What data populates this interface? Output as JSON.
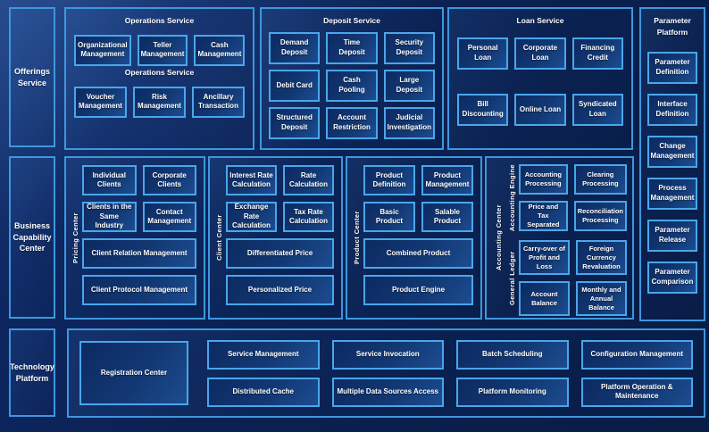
{
  "palette": {
    "background": "#0a2152",
    "panel_border": "#3e97de",
    "box_border": "#4aa6ea",
    "box_fill": "#123873",
    "text": "#ffffff"
  },
  "left_rail": {
    "items": [
      {
        "label": "Offerings Service"
      },
      {
        "label": "Business Capability Center"
      },
      {
        "label": "Technology Platform"
      }
    ]
  },
  "top_panels": [
    {
      "title": "Operations Service",
      "subtitle": "Operations Service",
      "rows": [
        [
          "Organizational Management",
          "Teller Management",
          "Cash Management"
        ],
        [
          "Voucher Management",
          "Risk Management",
          "Ancillary Transaction"
        ]
      ]
    },
    {
      "title": "Deposit Service",
      "rows": [
        [
          "Demand Deposit",
          "Time Deposit",
          "Security Deposit"
        ],
        [
          "Debit Card",
          "Cash Pooling",
          "Large Deposit"
        ],
        [
          "Structured Deposit",
          "Account Restriction",
          "Judicial Investigation"
        ]
      ]
    },
    {
      "title": "Loan Service",
      "rows": [
        [
          "Personal Loan",
          "Corporate Loan",
          "Financing Credit"
        ],
        [
          "Bill Discounting",
          "Online Loan",
          "Syndicated Loan"
        ]
      ]
    }
  ],
  "parameter_platform": {
    "title": "Parameter Platform",
    "items": [
      "Parameter Definition",
      "Interface Definition",
      "Change Management",
      "Process Management",
      "Parameter Release",
      "Parameter Comparison"
    ]
  },
  "capability_panels": [
    {
      "vertical_label": "Pricing Center",
      "small_boxes": [
        [
          "Individual Clients",
          "Corporate Clients"
        ],
        [
          "Clients in the Same Industry",
          "Contact Management"
        ]
      ],
      "wide_boxes": [
        "Client Relation Management",
        "Client Protocol Management"
      ]
    },
    {
      "vertical_label": "Client Center",
      "small_boxes": [
        [
          "Interest Rate Calculation",
          "Rate Calculation"
        ],
        [
          "Exchange Rate Calculation",
          "Tax Rate Calculation"
        ]
      ],
      "wide_boxes": [
        "Differentiated Price",
        "Personalized Price"
      ]
    },
    {
      "vertical_label": "Product Center",
      "small_boxes": [
        [
          "Product Definition",
          "Product Management"
        ],
        [
          "Basic Product",
          "Salable Product"
        ]
      ],
      "wide_boxes": [
        "Combined Product",
        "Product Engine"
      ]
    }
  ],
  "accounting_panel": {
    "vertical_label": "Accounting Center",
    "groups": [
      {
        "vertical_label": "Accounting Engine",
        "boxes": [
          [
            "Accounting Processing",
            "Clearing Processing"
          ],
          [
            "Price and Tax Separated",
            "Reconciliation Processing"
          ]
        ]
      },
      {
        "vertical_label": "General Ledger",
        "boxes": [
          [
            "Carry-over of Profit and Loss",
            "Foreign Currency Revaluation"
          ],
          [
            "Account Balance",
            "Monthly and Annual Balance"
          ]
        ]
      }
    ]
  },
  "technology_panel": {
    "registration": "Registration Center",
    "grid": [
      [
        "Service Management",
        "Service Invocation",
        "Batch Scheduling",
        "Configuration Management"
      ],
      [
        "Distributed Cache",
        "Multiple Data Sources Access",
        "Platform Monitoring",
        "Platform Operation & Maintenance"
      ]
    ]
  }
}
